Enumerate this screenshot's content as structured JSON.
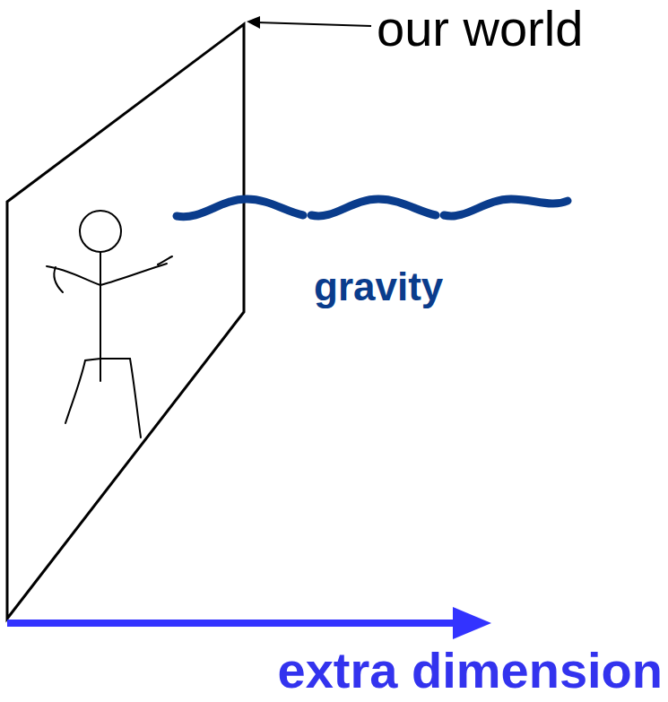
{
  "diagram": {
    "labels": [
      "our world",
      "gravity",
      "extra dimension"
    ]
  }
}
